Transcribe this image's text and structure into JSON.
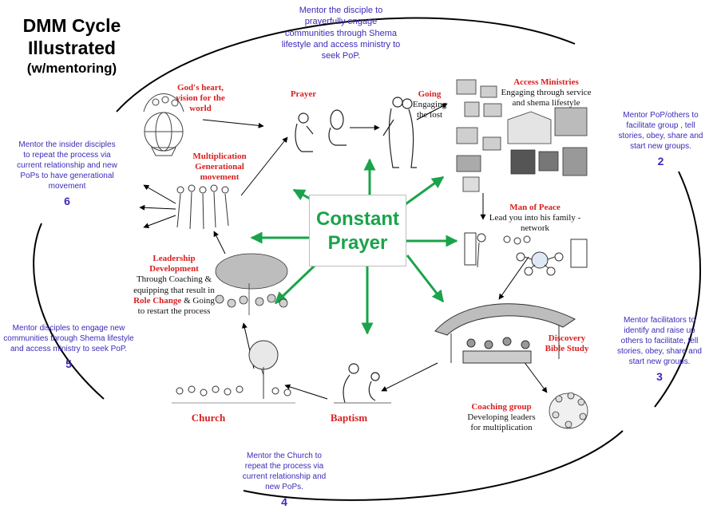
{
  "title": {
    "line1": "DMM Cycle",
    "line2": "Illustrated",
    "line3": "(w/mentoring)"
  },
  "center": {
    "line1": "Constant",
    "line2": "Prayer"
  },
  "colors": {
    "arrow_green": "#1aa34a",
    "mentor_blue": "#3b2bb8",
    "stage_red": "#d81f1f"
  },
  "stages": {
    "gods_heart": {
      "title": "God's heart, vision for the world"
    },
    "prayer": {
      "title": "Prayer"
    },
    "going": {
      "title": "Going",
      "desc": "Engaging the lost"
    },
    "access": {
      "title": "Access Ministries",
      "desc": "Engaging through service and shema lifestyle"
    },
    "man_of_peace": {
      "title": "Man of Peace",
      "desc": "Lead you into his family - network"
    },
    "discovery": {
      "title": "Discovery Bible Study"
    },
    "coaching": {
      "title": "Coaching group",
      "desc": "Developing leaders for multiplication"
    },
    "baptism": {
      "title": "Baptism"
    },
    "church": {
      "title": "Church"
    },
    "leadership": {
      "title": "Leadership Development",
      "desc1": "Through Coaching & equipping that result in",
      "role": "Role Change",
      "desc2": "& Going to restart the process"
    },
    "multiplication": {
      "title": "Multiplication Generational movement"
    }
  },
  "mentoring": {
    "top": {
      "text": "Mentor the disciple to prayerfully engage communities through Shema lifestyle and access ministry to seek PoP."
    },
    "m2": {
      "text": "Mentor PoP/others to facilitate group , tell stories, obey, share and start new groups.",
      "num": "2"
    },
    "m3": {
      "text": "Mentor facilitators to identify and raise up others to facilitate, tell stories, obey, share and start new groups.",
      "num": "3"
    },
    "m4": {
      "text": "Mentor the Church to repeat the process via current relationship and new PoPs.",
      "num": "4"
    },
    "m5": {
      "text": "Mentor disciples to engage new communities through Shema lifestyle and access ministry to seek PoP.",
      "num": "5"
    },
    "m6": {
      "text": "Mentor the insider disciples to repeat the process via current relationship and new PoPs to have generational movement",
      "num": "6"
    }
  }
}
